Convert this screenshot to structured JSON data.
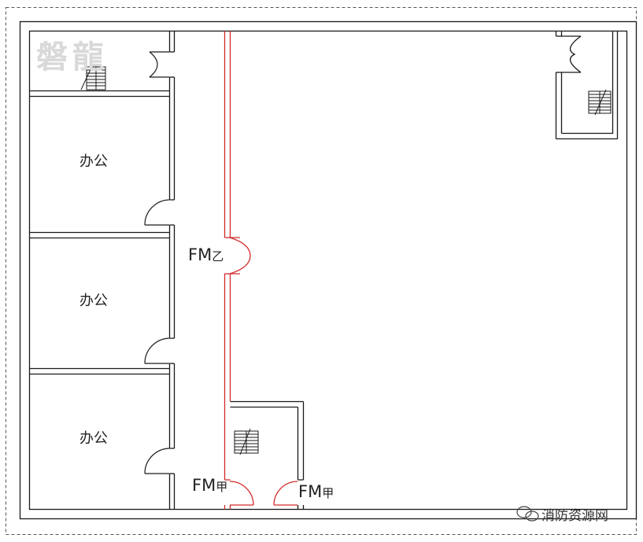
{
  "logo": {
    "text": "磐龍"
  },
  "rooms": [
    {
      "label": "办公"
    },
    {
      "label": "办公"
    },
    {
      "label": "办公"
    }
  ],
  "doors": {
    "fm_b": {
      "prefix": "FM",
      "grade": "乙"
    },
    "fm_a_left": {
      "prefix": "FM",
      "grade": "甲"
    },
    "fm_a_right": {
      "prefix": "FM",
      "grade": "甲"
    }
  },
  "watermark": {
    "text": "消防资源网",
    "icon": "wechat-icon"
  },
  "colors": {
    "wall": "#1a1a1a",
    "firewall": "#d42a2a",
    "frame": "#555555"
  }
}
